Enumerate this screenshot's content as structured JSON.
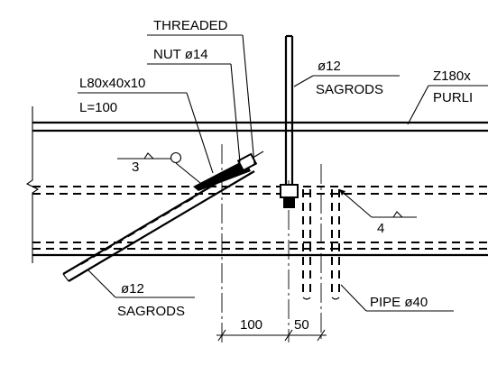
{
  "labels": {
    "threaded_line1": "THREADED",
    "threaded_line2": "NUT  ø14",
    "angle_line1": "L80x40x10",
    "angle_line2": "L=100",
    "sagrods_top_line1": "ø12",
    "sagrods_top_line2": "SAGRODS",
    "purlin_line1": "Z180x",
    "purlin_line2": "PURLI",
    "weld_left": "3",
    "weld_right": "4",
    "sagrods_bottom_line1": "ø12",
    "sagrods_bottom_line2": "SAGRODS",
    "pipe": "PIPE  ø40"
  },
  "dimensions": {
    "dim_left": "100",
    "dim_right": "50"
  },
  "colors": {
    "line": "#000000",
    "background": "#ffffff"
  }
}
